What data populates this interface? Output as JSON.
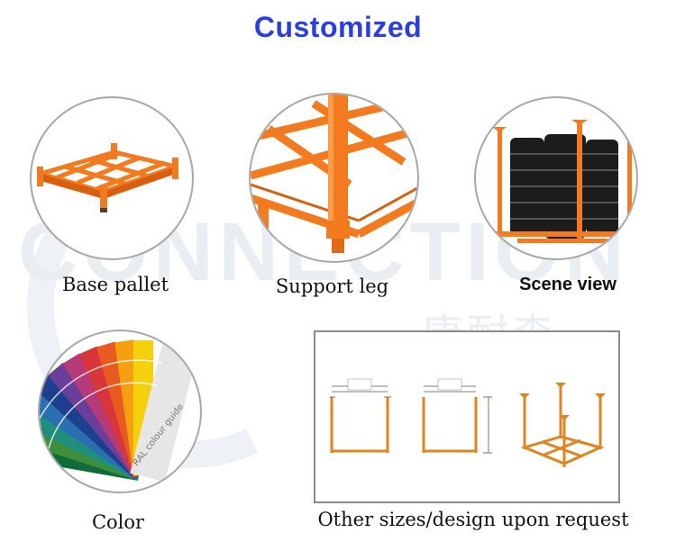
{
  "title": "Customized",
  "watermark": {
    "en": "CONNECTION",
    "cn": "康耐森"
  },
  "items": [
    {
      "label": "Base pallet"
    },
    {
      "label": "Support leg"
    },
    {
      "label": "Scene view"
    },
    {
      "label": "Color"
    },
    {
      "label": "Other sizes/design upon request"
    }
  ],
  "color_fan_text": "RAL colour guide",
  "colors": {
    "title": "#2b3ee0",
    "frame": "#f47a20",
    "frame_dark": "#d85f10",
    "tire": "#1c1c1c"
  }
}
